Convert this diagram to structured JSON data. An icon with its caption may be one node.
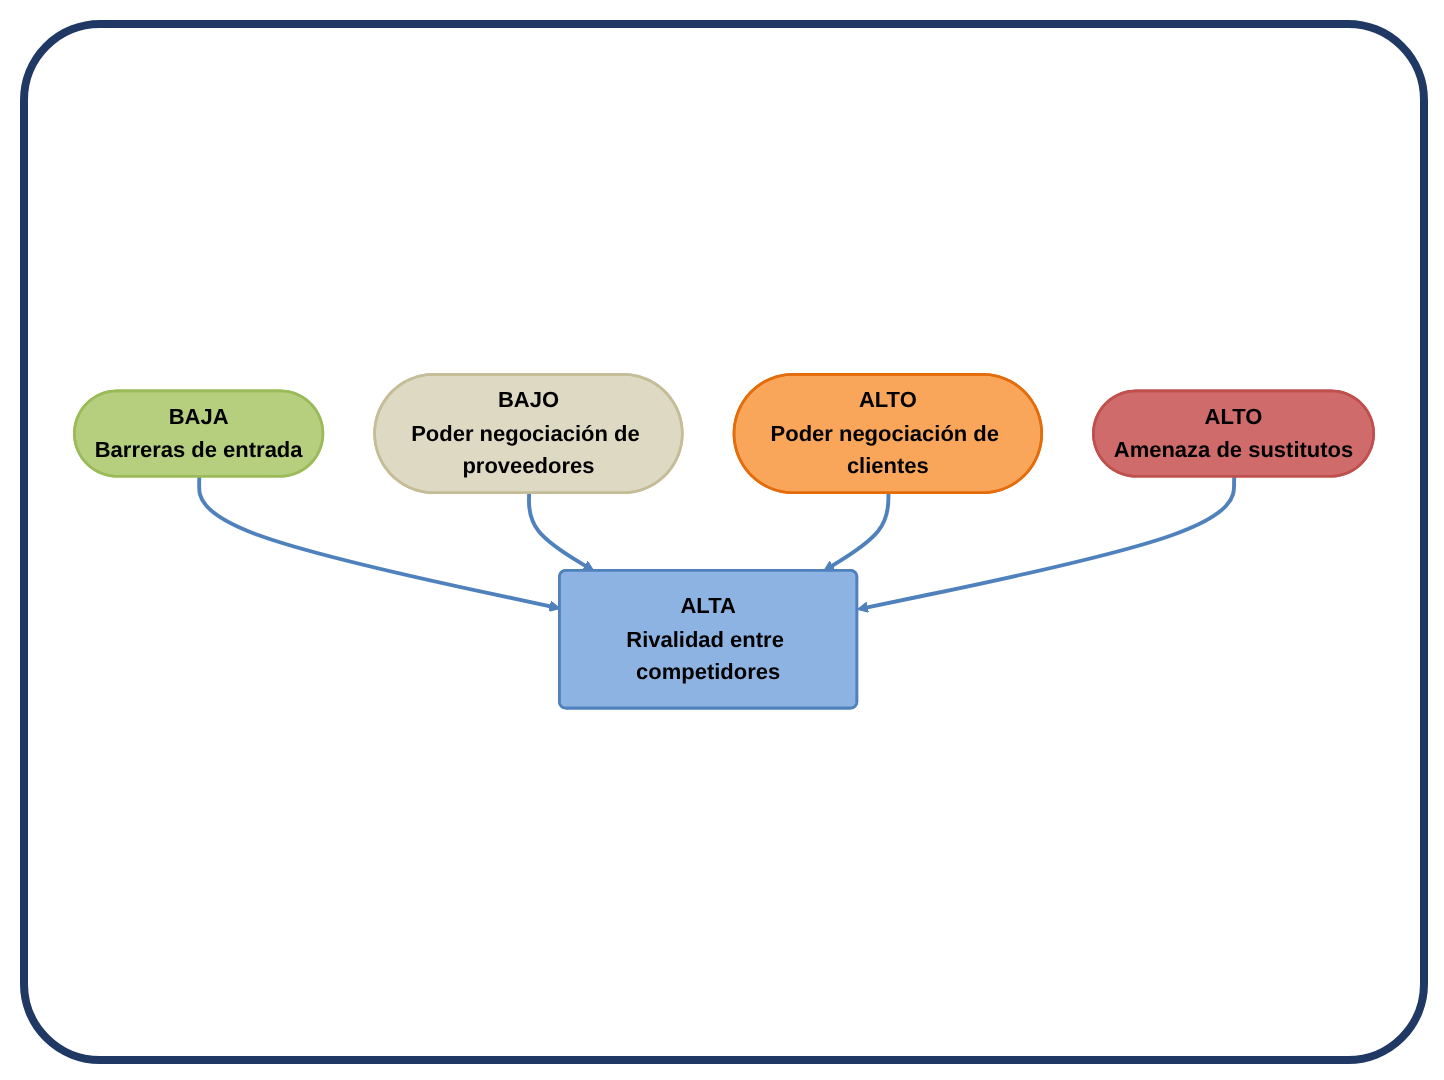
{
  "diagram": {
    "nodes": [
      {
        "text": [
          "BAJA",
          "Barreras de entrada"
        ]
      },
      {
        "text": [
          "BAJO",
          "Poder negociación de proveedores"
        ]
      },
      {
        "text": [
          "ALTA",
          "Rivalidad entre competidores"
        ]
      },
      {
        "text": [
          "ALTO",
          "Poder negociación de clientes"
        ]
      },
      {
        "text": [
          "ALTO",
          "Amenaza de sustitutos"
        ]
      }
    ],
    "edges": [
      {
        "from": 0,
        "to": 2,
        "arrow": "to"
      },
      {
        "from": 1,
        "to": 2,
        "arrow": "to"
      },
      {
        "from": 3,
        "to": 2,
        "arrow": "to"
      },
      {
        "from": 4,
        "to": 2,
        "arrow": "to"
      }
    ]
  }
}
